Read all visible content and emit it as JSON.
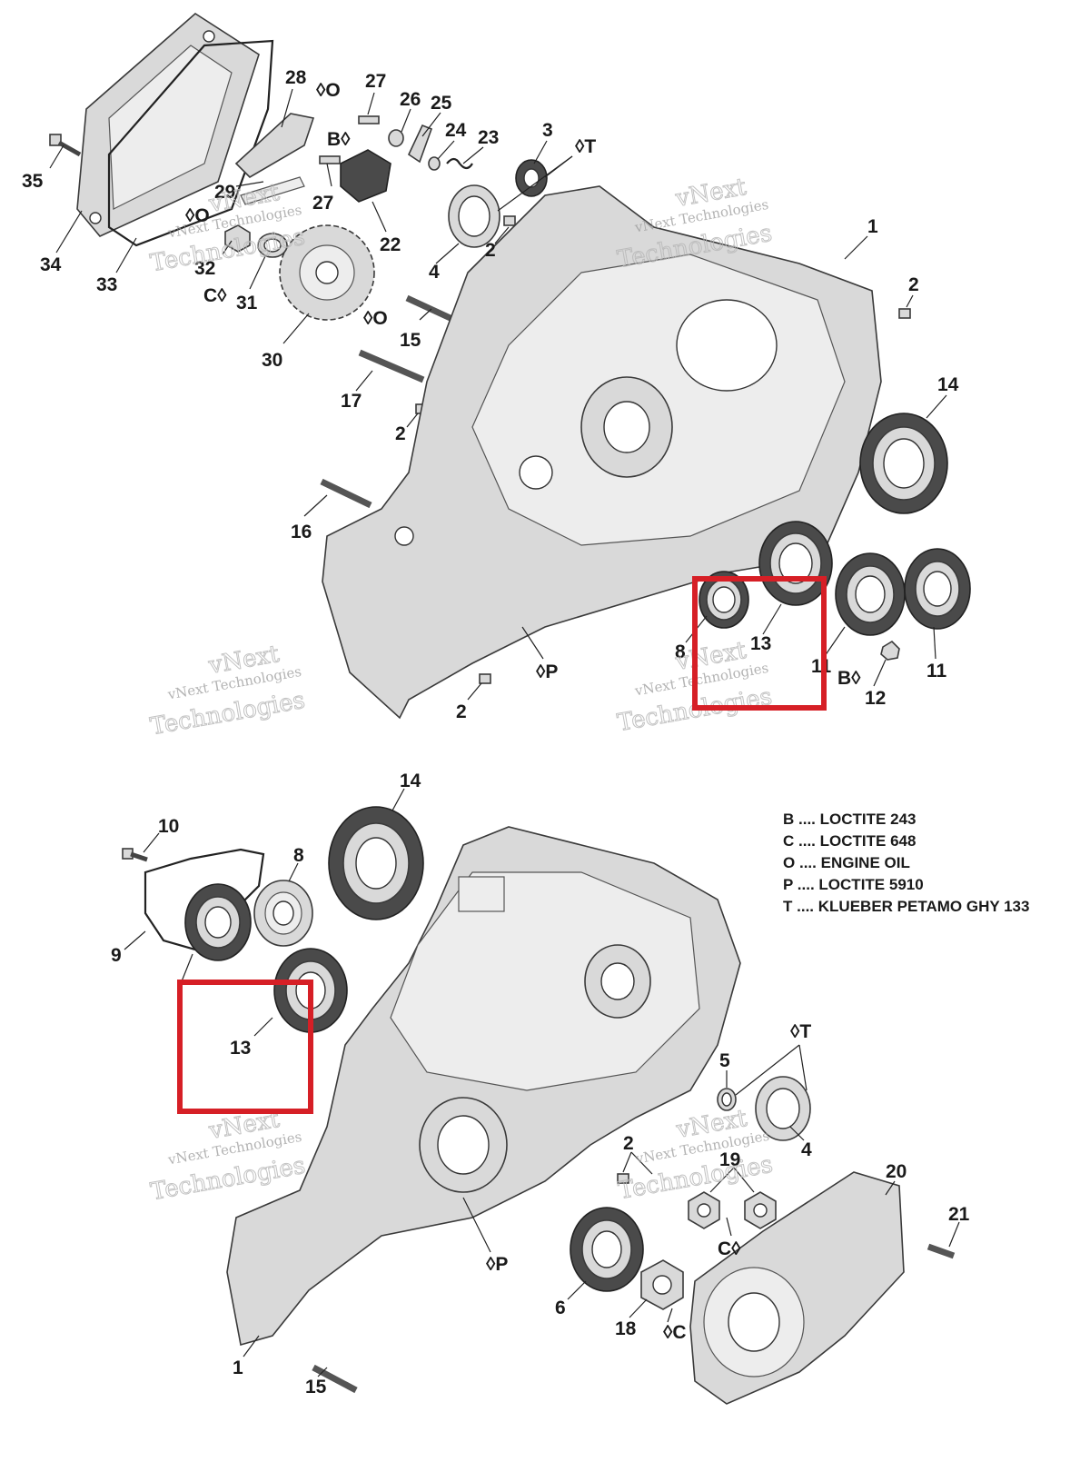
{
  "callouts": {
    "c35": "35",
    "c34": "34",
    "c33": "33",
    "c28": "28",
    "c27a": "27",
    "c26": "26",
    "c25": "25",
    "c24": "24",
    "c23": "23",
    "c3a": "3",
    "c29": "29",
    "c27b": "27",
    "c22": "22",
    "c32": "32",
    "c31": "31",
    "c30": "30",
    "c2a": "2",
    "c4a": "4",
    "c1a": "1",
    "c2b": "2",
    "c15a": "15",
    "c17": "17",
    "c2c": "2",
    "c14a": "14",
    "c16": "16",
    "c8a": "8",
    "c13a": "13",
    "c11a": "11",
    "c11b": "11",
    "c12": "12",
    "c2d": "2",
    "c14b": "14",
    "c10": "10",
    "c8b": "8",
    "c9": "9",
    "c13b": "13",
    "c5": "5",
    "c4b": "4",
    "c2e": "2",
    "c19": "19",
    "c20": "20",
    "c21": "21",
    "c6": "6",
    "c18": "18",
    "c1b": "1",
    "c15b": "15"
  },
  "lube_marks": {
    "o1": "O",
    "b1": "B",
    "t1": "T",
    "o2": "O",
    "c1": "C",
    "o3": "O",
    "p1": "P",
    "b2": "B",
    "t2": "T",
    "c2": "C",
    "p2": "P",
    "c3": "C"
  },
  "legend": [
    {
      "code": "B",
      "text": "LOCTITE 243"
    },
    {
      "code": "C",
      "text": "LOCTITE 648"
    },
    {
      "code": "O",
      "text": "ENGINE OIL"
    },
    {
      "code": "P",
      "text": "LOCTITE 5910"
    },
    {
      "code": "T",
      "text": "KLUEBER PETAMO GHY 133"
    }
  ],
  "legend_separator": "....",
  "watermark": {
    "line1": "vNext",
    "line2": "vNext Technologies",
    "line3": "Technologies"
  },
  "colors": {
    "highlight": "#d61f26",
    "ink": "#1a1a1a"
  }
}
